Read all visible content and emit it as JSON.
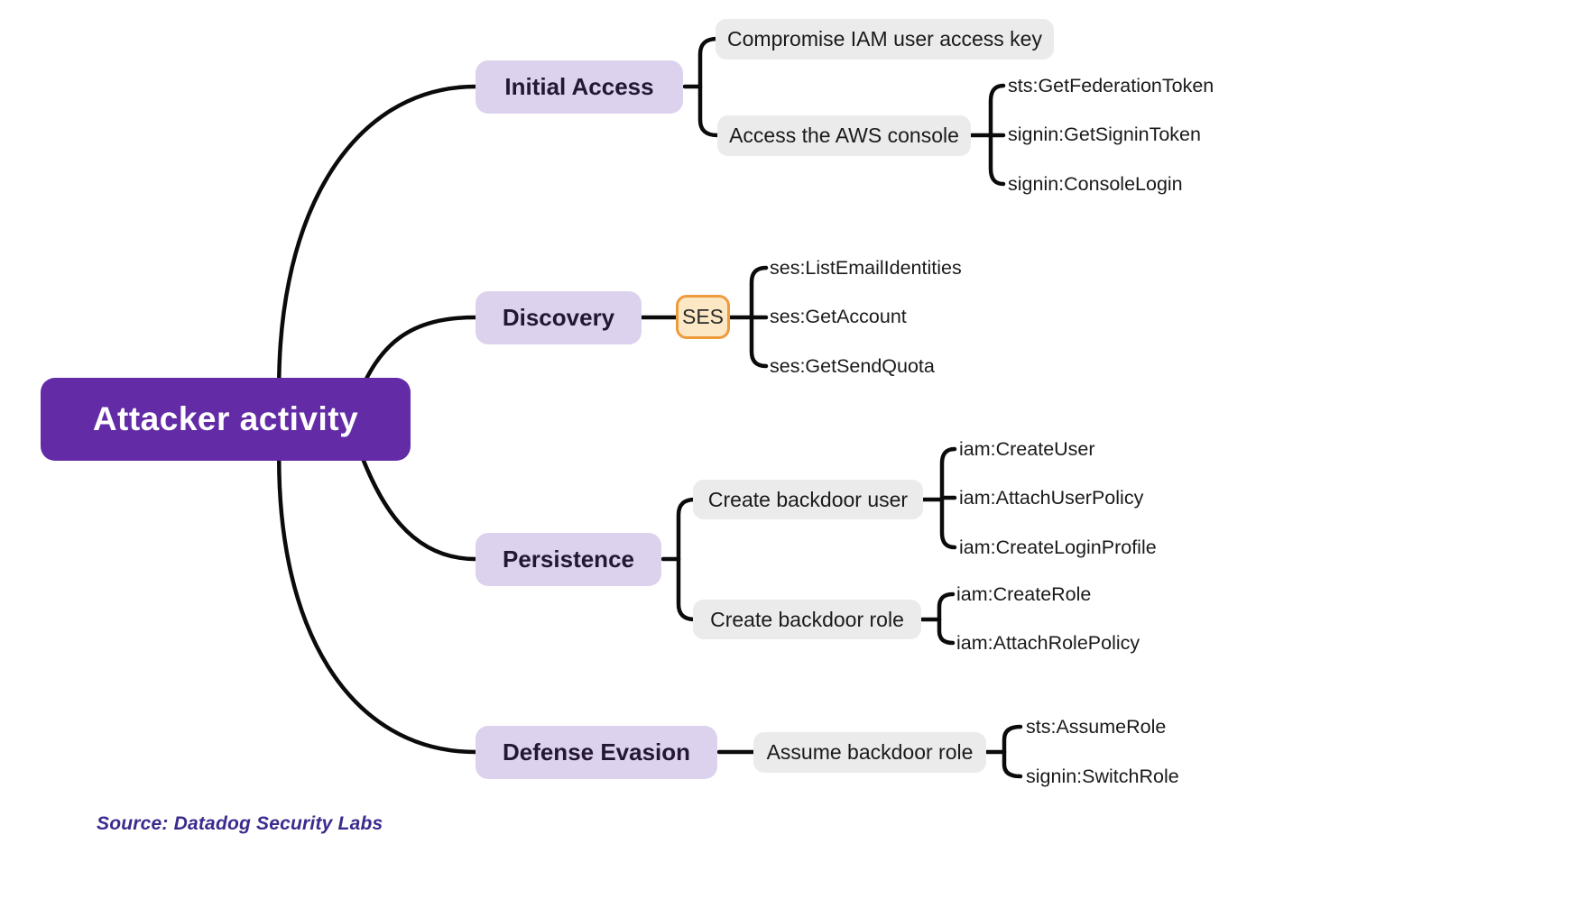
{
  "colors": {
    "root_bg": "#632CA6",
    "root_text": "#FFFFFF",
    "branch_bg": "#DCD2ED",
    "branch_text": "#231733",
    "child_bg": "#EBEBEB",
    "child_text": "#1A1A1A",
    "ses_bg": "#FCE8C5",
    "ses_border": "#EE9B3C",
    "line": "#0B0B0B",
    "source_text": "#3A2B8E",
    "background": "#FFFFFF"
  },
  "root": {
    "label": "Attacker activity"
  },
  "source_note": "Source: Datadog Security Labs",
  "branches": [
    {
      "label": "Initial Access",
      "children": [
        {
          "label": "Compromise IAM user access key",
          "actions": []
        },
        {
          "label": "Access the AWS console",
          "actions": [
            "sts:GetFederationToken",
            "signin:GetSigninToken",
            "signin:ConsoleLogin"
          ]
        }
      ]
    },
    {
      "label": "Discovery",
      "service_badge": "SES",
      "actions": [
        "ses:ListEmailIdentities",
        "ses:GetAccount",
        "ses:GetSendQuota"
      ]
    },
    {
      "label": "Persistence",
      "children": [
        {
          "label": "Create backdoor user",
          "actions": [
            "iam:CreateUser",
            "iam:AttachUserPolicy",
            "iam:CreateLoginProfile"
          ]
        },
        {
          "label": "Create backdoor role",
          "actions": [
            "iam:CreateRole",
            "iam:AttachRolePolicy"
          ]
        }
      ]
    },
    {
      "label": "Defense Evasion",
      "children": [
        {
          "label": "Assume backdoor role",
          "actions": [
            "sts:AssumeRole",
            "signin:SwitchRole"
          ]
        }
      ]
    }
  ]
}
